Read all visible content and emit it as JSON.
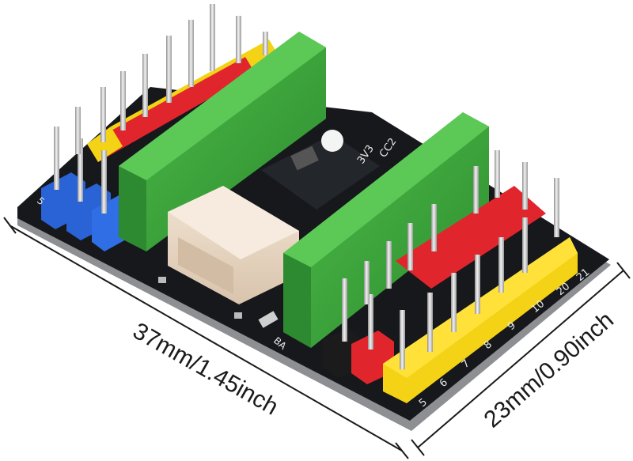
{
  "dimensions": {
    "length_label": "37mm/1.45inch",
    "width_label": "23mm/0.90inch"
  },
  "board": {
    "pin_numbers_right": [
      "21",
      "20",
      "10",
      "9",
      "8",
      "7",
      "6",
      "5"
    ],
    "pin_label_left": "5",
    "silk_labels": [
      "3V3",
      "CC2",
      "BA"
    ]
  },
  "colors": {
    "pcb": "#16181c",
    "pcb_edge": "#8d8f92",
    "terminal_green": "#3aa13a",
    "connector_cream": "#e9d8c4",
    "header_yellow": "#f4d316",
    "header_red": "#e0262c",
    "header_blue": "#2a63d6",
    "header_black": "#1b1b1b",
    "pin_metal": "#c9c9c9"
  }
}
